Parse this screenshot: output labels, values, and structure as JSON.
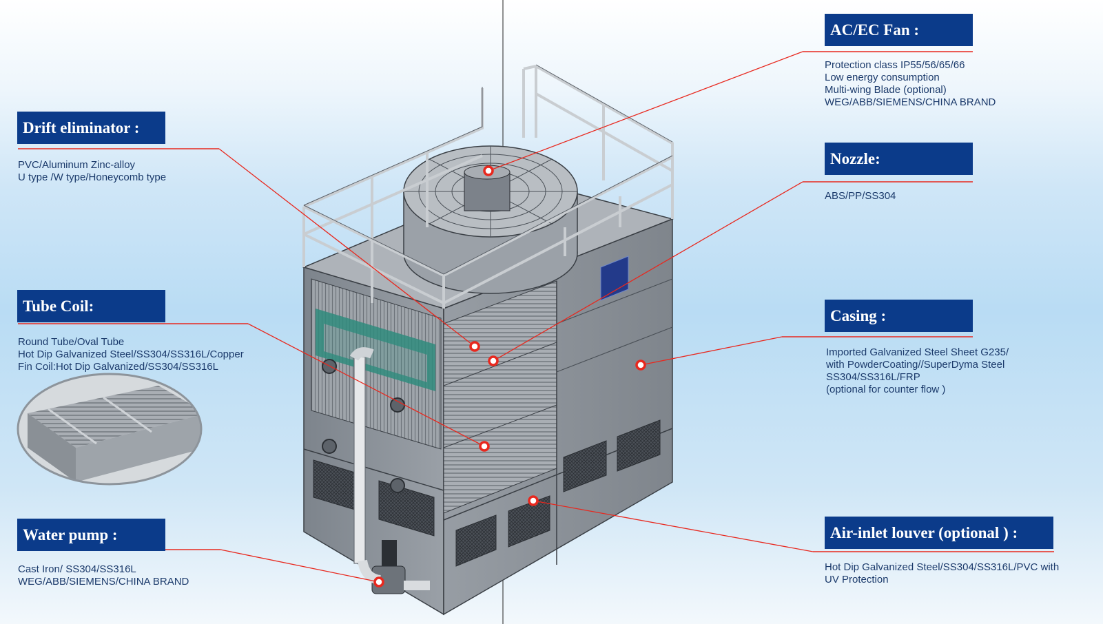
{
  "callouts": [
    {
      "id": "drift",
      "title": "Drift eliminator :",
      "lines": [
        "PVC/Aluminum Zinc-alloy",
        "U type /W type/Honeycomb type"
      ]
    },
    {
      "id": "coil",
      "title": "Tube Coil:",
      "lines": [
        "Round Tube/Oval Tube",
        "Hot Dip Galvanized Steel/SS304/SS316L/Copper",
        "Fin Coil:Hot Dip Galvanized/SS304/SS316L"
      ]
    },
    {
      "id": "pump",
      "title": "Water pump :",
      "lines": [
        "Cast Iron/ SS304/SS316L",
        "WEG/ABB/SIEMENS/CHINA BRAND"
      ]
    },
    {
      "id": "fan",
      "title": "AC/EC Fan :",
      "lines": [
        "Protection class IP55/56/65/66",
        "Low energy consumption",
        "Multi-wing Blade (optional)",
        "WEG/ABB/SIEMENS/CHINA BRAND"
      ]
    },
    {
      "id": "nozzle",
      "title": "Nozzle:",
      "lines": [
        "ABS/PP/SS304"
      ]
    },
    {
      "id": "casing",
      "title": "Casing :",
      "lines": [
        "Imported Galvanized Steel Sheet G235/",
        "with PowderCoating//SuperDyma Steel",
        "SS304/SS316L/FRP",
        "(optional for counter flow )"
      ]
    },
    {
      "id": "louver",
      "title": "Air-inlet louver (optional ) :",
      "lines": [
        "Hot Dip Galvanized Steel/SS304/SS316L/PVC with",
        "UV Protection"
      ]
    }
  ],
  "colors": {
    "tag_bg": "#0b3b8a",
    "leader": "#e8281e",
    "desc_text": "#1b3a6b",
    "casing": "#8d939a"
  }
}
